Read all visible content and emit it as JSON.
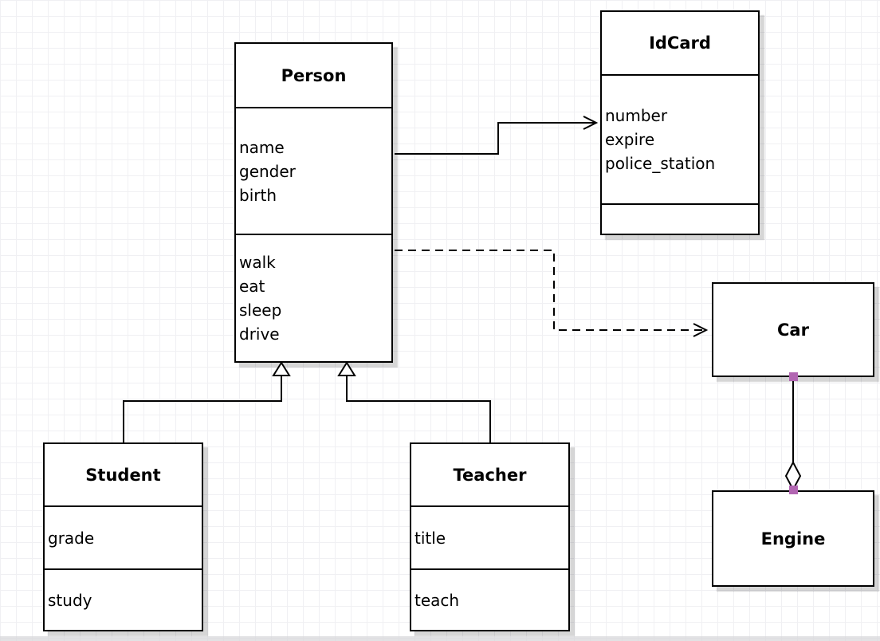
{
  "classes": {
    "person": {
      "title": "Person",
      "attributes": [
        "name",
        "gender",
        "birth"
      ],
      "methods": [
        "walk",
        "eat",
        "sleep",
        "drive"
      ]
    },
    "idcard": {
      "title": "IdCard",
      "attributes": [
        "number",
        "expire",
        "police_station"
      ],
      "methods": []
    },
    "student": {
      "title": "Student",
      "attributes": [
        "grade"
      ],
      "methods": [
        "study"
      ]
    },
    "teacher": {
      "title": "Teacher",
      "attributes": [
        "title"
      ],
      "methods": [
        "teach"
      ]
    },
    "car": {
      "title": "Car"
    },
    "engine": {
      "title": "Engine"
    }
  },
  "relationships": [
    {
      "from": "Person",
      "to": "IdCard",
      "type": "association",
      "line": "solid",
      "arrow": "open"
    },
    {
      "from": "Person",
      "to": "Car",
      "type": "dependency",
      "line": "dashed",
      "arrow": "open"
    },
    {
      "from": "Student",
      "to": "Person",
      "type": "generalization",
      "line": "solid",
      "arrow": "hollow-triangle"
    },
    {
      "from": "Teacher",
      "to": "Person",
      "type": "generalization",
      "line": "solid",
      "arrow": "hollow-triangle"
    },
    {
      "from": "Car",
      "to": "Engine",
      "type": "aggregation",
      "line": "solid",
      "arrow": "hollow-diamond"
    }
  ],
  "colors": {
    "connection_point": "#b266b2",
    "box_border": "#000000",
    "box_fill": "#ffffff",
    "grid_line": "#f0f0f3"
  }
}
